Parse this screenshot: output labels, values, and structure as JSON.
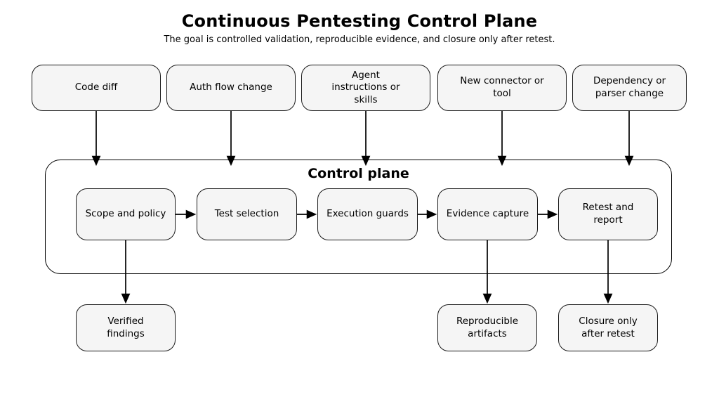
{
  "title": "Continuous Pentesting Control Plane",
  "subtitle": "The goal is controlled validation, reproducible evidence, and closure only after retest.",
  "colors": {
    "background": "#ffffff",
    "node_fill": "#f5f5f5",
    "node_border": "#1a1a1a",
    "line": "#000000",
    "text": "#000000"
  },
  "control_plane": {
    "label": "Control plane"
  },
  "triggers": [
    {
      "label": "Code diff"
    },
    {
      "label": "Auth flow change"
    },
    {
      "label": "Agent\ninstructions or\nskills"
    },
    {
      "label": "New connector or\ntool"
    },
    {
      "label": "Dependency or\nparser change"
    }
  ],
  "pipeline": [
    {
      "label": "Scope and policy"
    },
    {
      "label": "Test selection"
    },
    {
      "label": "Execution guards"
    },
    {
      "label": "Evidence capture"
    },
    {
      "label": "Retest and\nreport"
    }
  ],
  "outputs": [
    {
      "label": "Verified\nfindings"
    },
    {
      "label": "Reproducible\nartifacts"
    },
    {
      "label": "Closure only\nafter retest"
    }
  ]
}
